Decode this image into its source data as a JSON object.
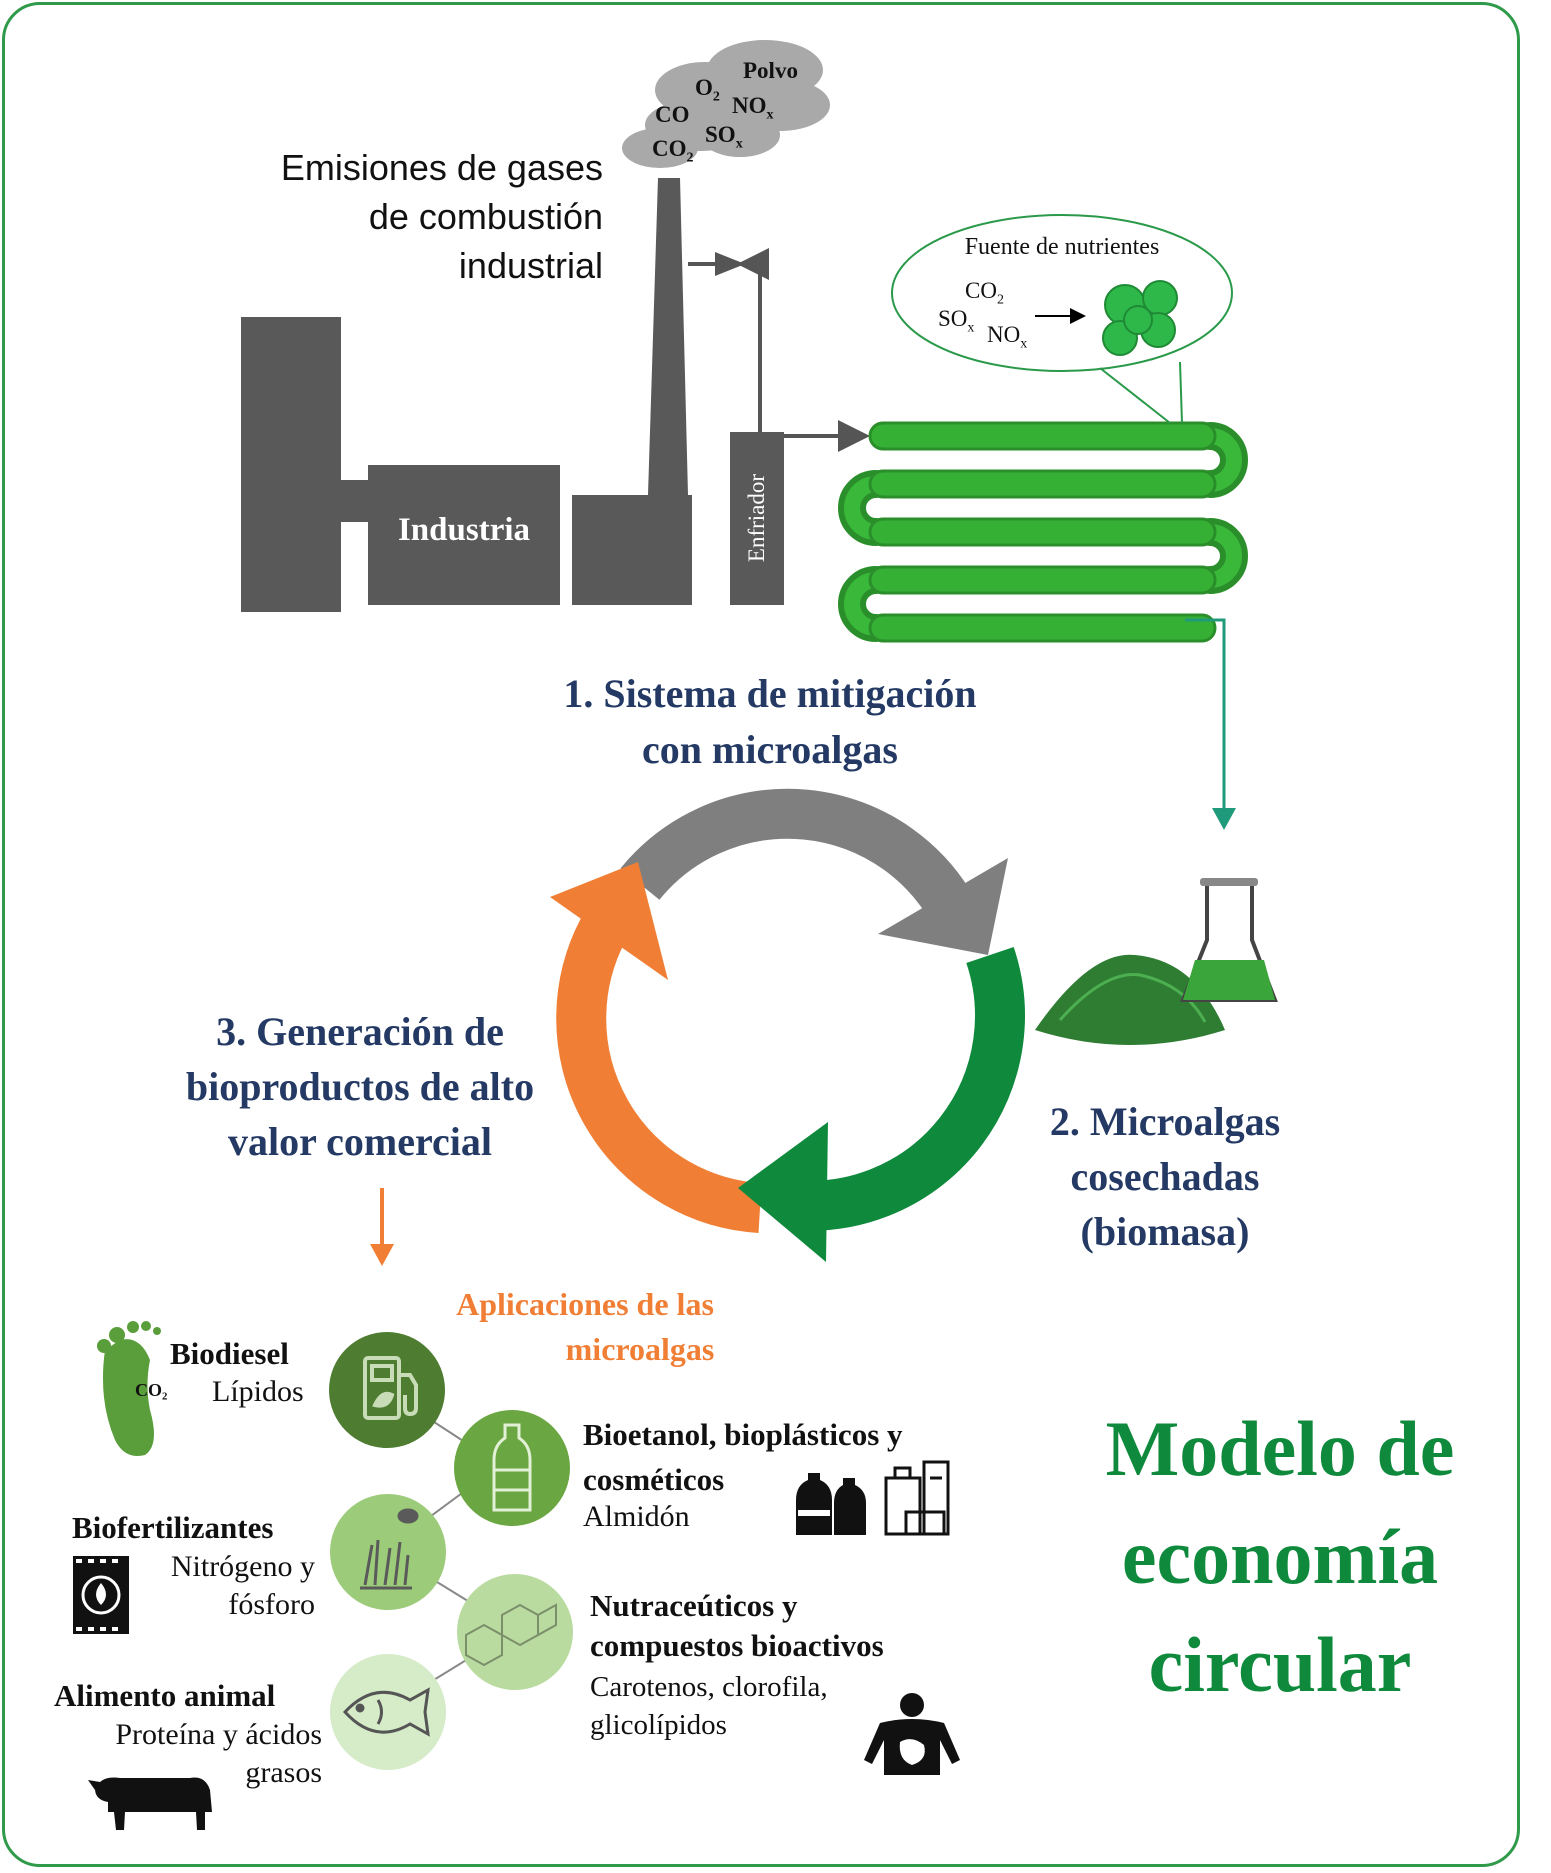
{
  "emissions": {
    "label_lines": [
      "Emisiones de gases",
      "de combustión",
      "industrial"
    ],
    "gases": {
      "polvo": "Polvo",
      "o2": "O",
      "o2_sub": "2",
      "nox": "NO",
      "nox_sub": "x",
      "co": "CO",
      "sox": "SO",
      "sox_sub": "x",
      "co2": "CO",
      "co2_sub": "2"
    }
  },
  "plant": {
    "industry_label": "Industria",
    "cooler_label": "Enfriador"
  },
  "nutrients": {
    "title": "Fuente de nutrientes",
    "co2": "CO",
    "co2_sub": "2",
    "sox": "SO",
    "sox_sub": "x",
    "nox": "NO",
    "nox_sub": "x"
  },
  "steps": {
    "step1": [
      "1. Sistema de mitigación",
      "con microalgas"
    ],
    "step2": [
      "2. Microalgas",
      "cosechadas",
      "(biomasa)"
    ],
    "step3": [
      "3. Generación de",
      "bioproductos de alto",
      "valor comercial"
    ]
  },
  "applications": {
    "title_lines": [
      "Aplicaciones de las",
      "microalgas"
    ],
    "biodiesel": {
      "title": "Biodiesel",
      "desc": "Lípidos",
      "co2_icon": "CO₂"
    },
    "bioetanol": {
      "title_lines": [
        "Bioetanol, bioplásticos y",
        "cosméticos"
      ],
      "desc": "Almidón"
    },
    "biofert": {
      "title": "Biofertilizantes",
      "desc_lines": [
        "Nitrógeno y",
        "fósforo"
      ]
    },
    "nutra": {
      "title_lines": [
        "Nutraceúticos y",
        "compuestos bioactivos"
      ],
      "desc_lines": [
        "Carotenos, clorofila,",
        "glicolípidos"
      ]
    },
    "feed": {
      "title": "Alimento animal",
      "desc_lines": [
        "Proteína y ácidos",
        "grasos"
      ]
    }
  },
  "model_title": [
    "Modelo de",
    "economía",
    "circular"
  ],
  "colors": {
    "accent_green": "#0f8a3c",
    "navy": "#243a64",
    "orange": "#f07f35",
    "dark_gray": "#595959",
    "tube_green": "#2eaa2e"
  }
}
